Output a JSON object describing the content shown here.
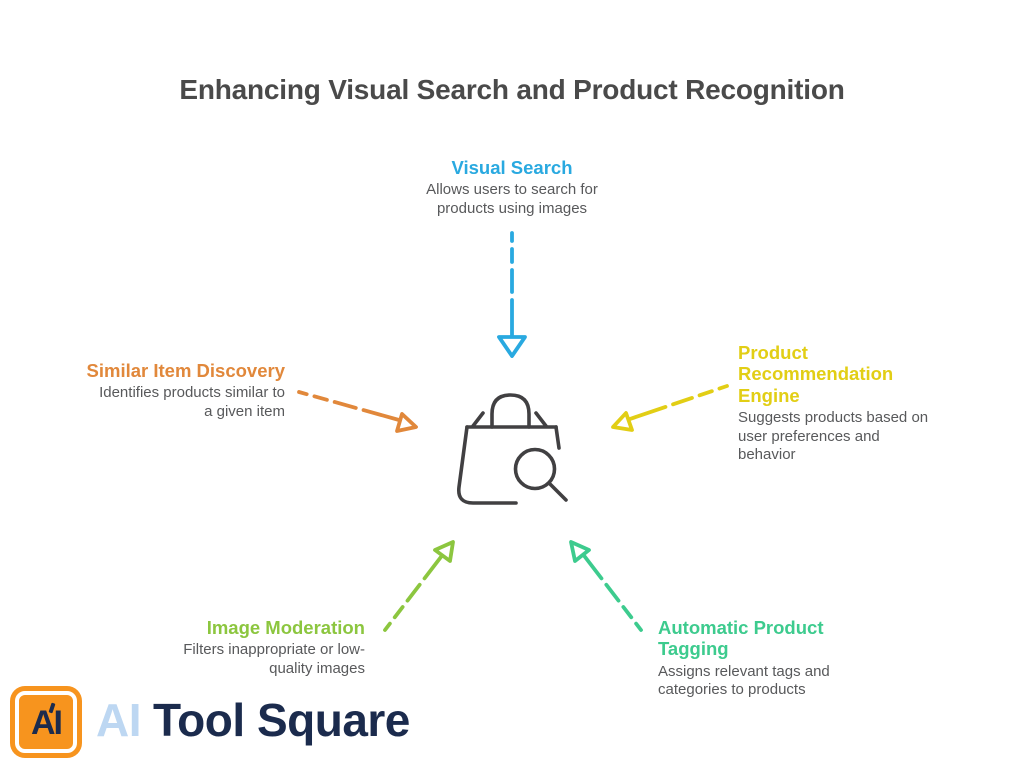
{
  "title": {
    "text": "Enhancing Visual Search and Product Recognition"
  },
  "colors": {
    "blue": "#29a9e0",
    "orange": "#e1883b",
    "yellow": "#e2ce15",
    "lime": "#8cc63f",
    "emerald": "#3dcb8e",
    "title_text": "#4a4a4a",
    "body_text": "#58595b",
    "icon_stroke": "#414042",
    "logo_orange": "#f7941e",
    "logo_navy": "#1b2b4d",
    "logo_lightblue": "#bdd7f2"
  },
  "center": {
    "icon": "shopping-bag-search-icon"
  },
  "nodes": {
    "visual_search": {
      "label": "Visual Search",
      "description": "Allows users to search for\nproducts using images",
      "color": "#29a9e0"
    },
    "similar_item_discovery": {
      "label": "Similar Item Discovery",
      "description": "Identifies products similar to\na given item",
      "color": "#e1883b"
    },
    "product_recommendation_engine": {
      "label": "Product\nRecommendation Engine",
      "description": "Suggests products based on\nuser preferences and\nbehavior",
      "color": "#e2ce15"
    },
    "image_moderation": {
      "label": "Image Moderation",
      "description": "Filters inappropriate or low-\nquality images",
      "color": "#8cc63f"
    },
    "automatic_product_tagging": {
      "label": "Automatic Product\nTagging",
      "description": "Assigns relevant tags and\ncategories to products",
      "color": "#3dcb8e"
    }
  },
  "logo": {
    "badge": "AI",
    "brand_first": "AI",
    "brand_rest": "Tool Square"
  }
}
